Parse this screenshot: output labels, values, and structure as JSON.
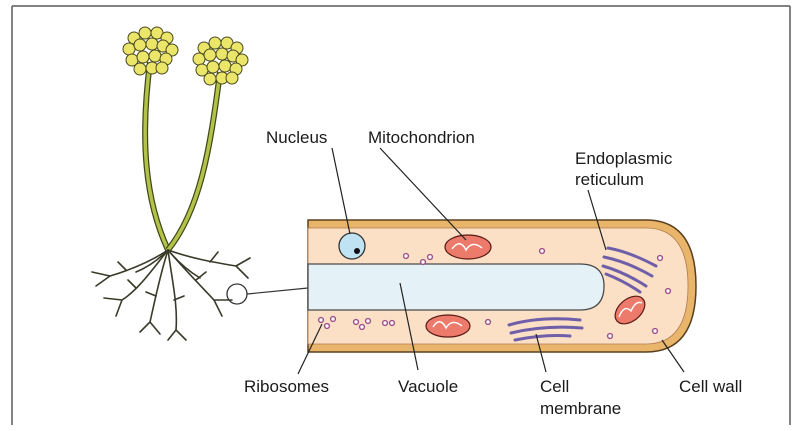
{
  "labels": {
    "nucleus": "Nucleus",
    "mitochondrion": "Mitochondrion",
    "er_line1": "Endoplasmic",
    "er_line2": "reticulum",
    "ribosomes": "Ribosomes",
    "vacuole": "Vacuole",
    "membrane_line1": "Cell",
    "membrane_line2": "membrane",
    "cell_wall": "Cell wall"
  },
  "colors": {
    "frame": "#5a5a5a",
    "cell_wall": "#e8b56a",
    "cytoplasm": "#fbe0c6",
    "vacuole": "#e4f2f8",
    "nucleus": "#bfe3f2",
    "mitochondrion": "#ec7b6c",
    "er": "#6f5ea8",
    "ribosome": "#9b4f89",
    "plant_stem": "#b5c24a",
    "plant_sporangium": "#ebe66a",
    "root": "#3a3a2a"
  }
}
